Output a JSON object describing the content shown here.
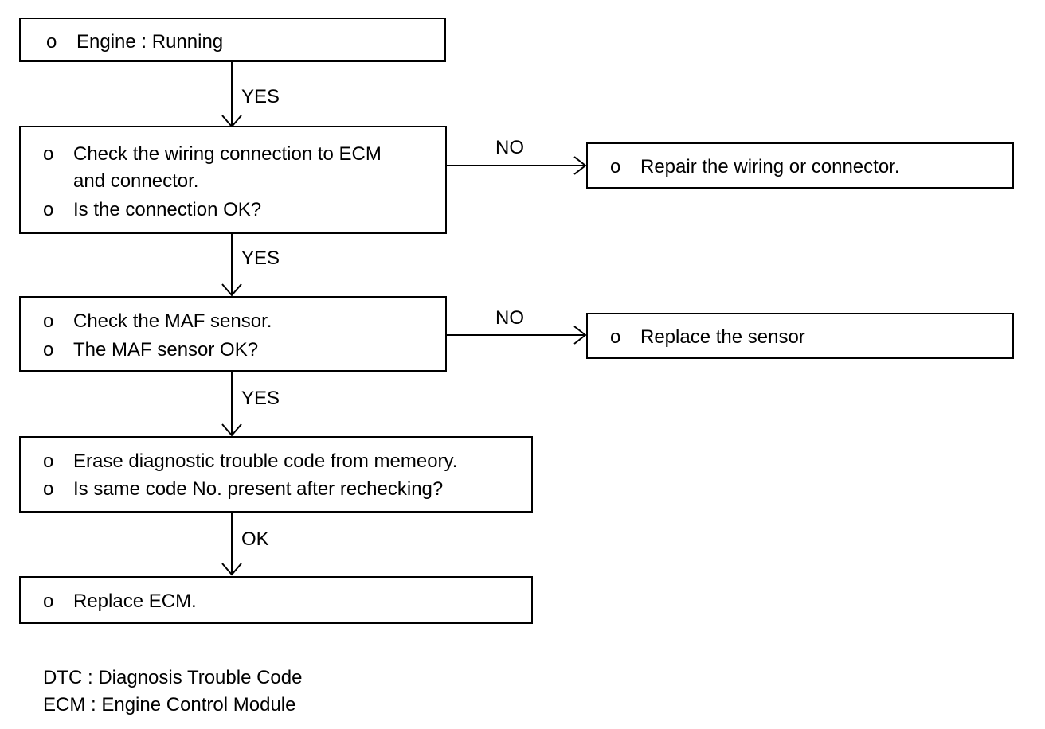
{
  "bullet": "o",
  "boxes": {
    "engine": {
      "lines": [
        "Engine : Running"
      ]
    },
    "wiring": {
      "lines": [
        "Check the wiring connection to ECM",
        "and connector.",
        "Is the connection OK?"
      ]
    },
    "repair": {
      "lines": [
        "Repair the wiring or connector."
      ]
    },
    "maf": {
      "lines": [
        "Check the MAF sensor.",
        "The MAF sensor OK?"
      ]
    },
    "replace_sensor": {
      "lines": [
        "Replace the sensor"
      ]
    },
    "erase": {
      "lines": [
        "Erase diagnostic trouble code from memeory.",
        "Is same code No. present after rechecking?"
      ]
    },
    "replace_ecm": {
      "lines": [
        "Replace ECM."
      ]
    }
  },
  "edges": {
    "engine_to_wiring": "YES",
    "wiring_to_repair": "NO",
    "wiring_to_maf": "YES",
    "maf_to_replace_sensor": "NO",
    "maf_to_erase": "YES",
    "erase_to_replace_ecm": "OK"
  },
  "legend": [
    "DTC : Diagnosis Trouble Code",
    "ECM : Engine Control Module"
  ]
}
